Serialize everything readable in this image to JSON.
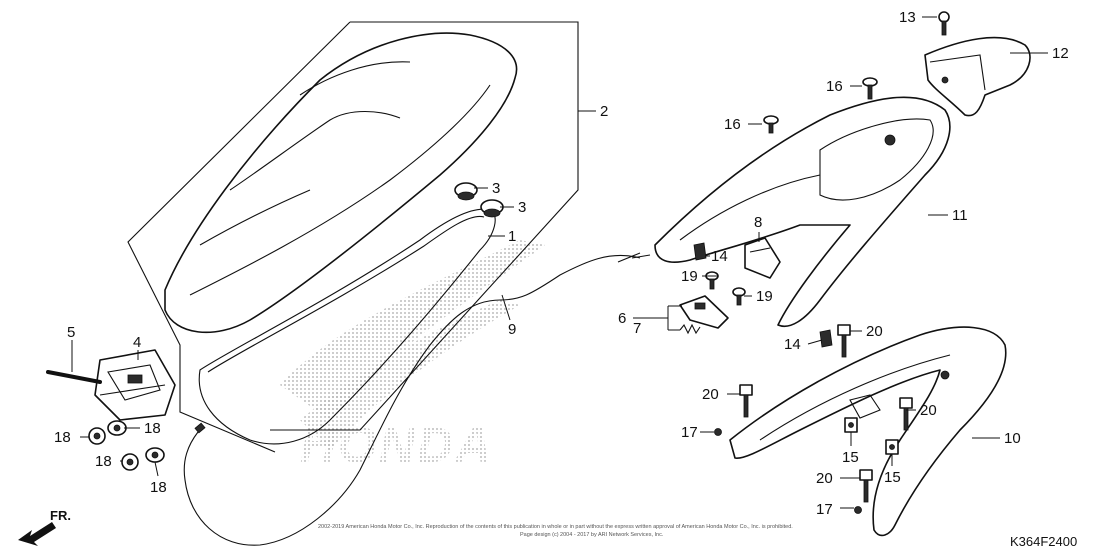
{
  "diagram": {
    "code": "K364F2400",
    "direction_label": "FR.",
    "watermark_text": "HONDA",
    "copyright_line1": "2002-2019 American Honda Motor Co., Inc. Reproduction of the contents of this publication in whole or in part without the express written approval of American Honda Motor Co., Inc. is prohibited.",
    "copyright_line2": "Page design (c) 2004 - 2017 by ARI Network Services, Inc.",
    "callouts": {
      "c1": "1",
      "c2": "2",
      "c3a": "3",
      "c3b": "3",
      "c4": "4",
      "c5": "5",
      "c6": "6",
      "c7": "7",
      "c8": "8",
      "c9": "9",
      "c10": "10",
      "c11": "11",
      "c12": "12",
      "c13": "13",
      "c14a": "14",
      "c14b": "14",
      "c15a": "15",
      "c15b": "15",
      "c16a": "16",
      "c16b": "16",
      "c17a": "17",
      "c17b": "17",
      "c18a": "18",
      "c18b": "18",
      "c18c": "18",
      "c18d": "18",
      "c19a": "19",
      "c19b": "19",
      "c20a": "20",
      "c20b": "20",
      "c20c": "20",
      "c20d": "20"
    }
  }
}
